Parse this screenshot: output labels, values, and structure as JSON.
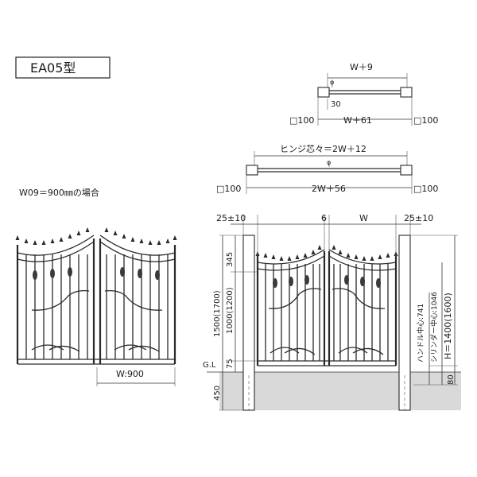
{
  "model": {
    "title": "EA05型"
  },
  "example_note": "W09＝900㎜の場合",
  "top_plan": {
    "width_top": "W＋9",
    "dim_30": "30",
    "post_left": "□100",
    "width_bottom": "W＋61",
    "post_right": "□100"
  },
  "hinge_plan": {
    "hinge_label": "ヒンジ芯々＝2W＋12",
    "post_left": "□100",
    "width_bottom": "2W＋56",
    "post_right": "□100"
  },
  "front_view": {
    "gap_left": "25±10",
    "gap_center": "6",
    "width_w": "W",
    "gap_right": "25±10",
    "h_345": "345",
    "h_1500": "1500(1700)",
    "h_1000": "1000(1200)",
    "h_75": "75",
    "gl": "G.L",
    "h_450": "450",
    "handle_center": "ハンドル中心:741",
    "cylinder_center": "シリンダー中心:1046",
    "h_total": "H＝1400(1600)",
    "h_80": "80"
  },
  "left_view": {
    "width_label": "W:900"
  },
  "colors": {
    "line": "#2a2a2a",
    "ground": "#d9d9d9"
  }
}
